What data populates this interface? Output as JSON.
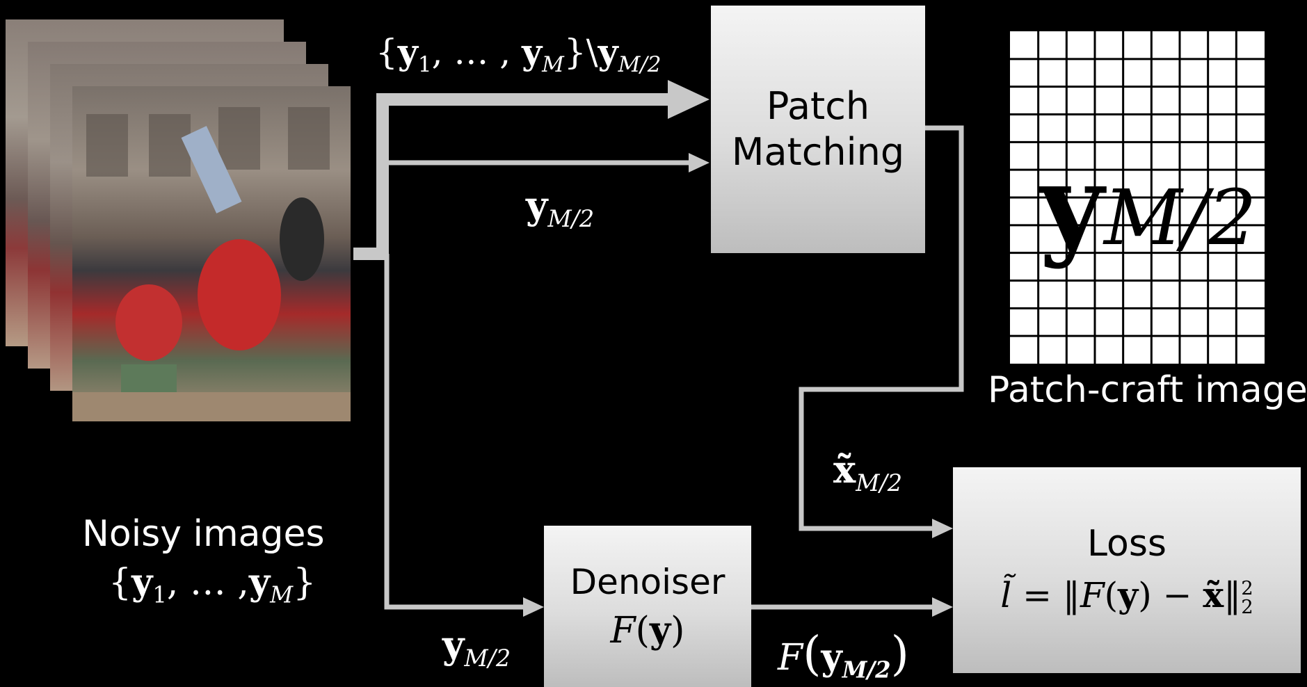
{
  "noisy_images": {
    "title": "Noisy images",
    "set_open": "{",
    "y1": "y",
    "y1_sub": "1",
    "ellipsis": ", … ,",
    "yM": "y",
    "yM_sub": "M",
    "set_close": "}"
  },
  "top_label": {
    "open": "{",
    "y1": "y",
    "y1_sub": "1",
    "mid": ", … , ",
    "yM": "y",
    "yM_sub": "M",
    "close_minus": "}\\",
    "yMh": "y",
    "yMh_sub": "M/2"
  },
  "mid_label": {
    "y": "y",
    "sub": "M/2"
  },
  "patch_matching": {
    "line1": "Patch",
    "line2": "Matching"
  },
  "patchcraft": {
    "big_y": "y",
    "big_sub": "M/2",
    "caption": "Patch-craft image",
    "grid_cols": 9,
    "grid_rows": 12
  },
  "xtilde_label": {
    "x": "x̃",
    "sub": "M/2"
  },
  "loss": {
    "title": "Loss",
    "l": "l̃",
    "eq": " = ‖",
    "F": "F",
    "paren_open": "(",
    "y": "y",
    "paren_close_minus": ") − ",
    "x": "x̃",
    "norm_close": "‖",
    "sup": "2",
    "sub": "2"
  },
  "denoiser": {
    "title": "Denoiser",
    "F": "F",
    "paren_open": "(",
    "y": "y",
    "paren_close": ")"
  },
  "bottom_left_label": {
    "y": "y",
    "sub": "M/2"
  },
  "output_label": {
    "F": "F",
    "open": "(",
    "y": "y",
    "sub": "M/2",
    "close": ")"
  },
  "colors": {
    "arrow": "#c8c8c8",
    "background": "#000000",
    "grid_line": "#000000"
  }
}
